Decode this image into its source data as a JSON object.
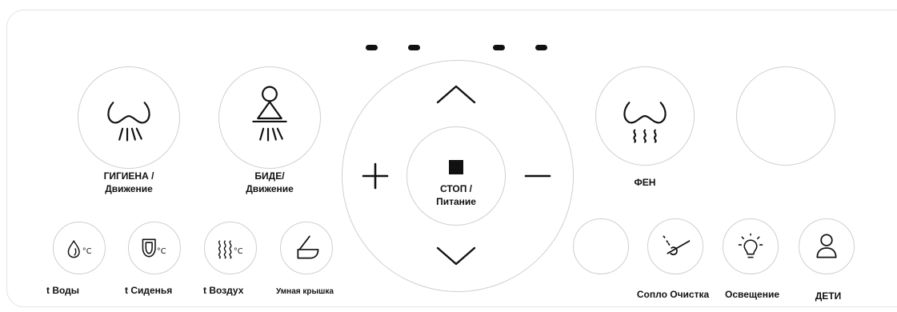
{
  "buttons": {
    "hygiene": {
      "label_line1": "ГИГИЕНА /",
      "label_line2": "Движение",
      "icon": "hygiene-spray-icon"
    },
    "bidet": {
      "label_line1": "БИДЕ/",
      "label_line2": "Движение",
      "icon": "bidet-person-icon"
    },
    "dryer": {
      "label": "ФЕН",
      "icon": "dryer-icon"
    },
    "blank_top": {
      "icon": ""
    },
    "stop": {
      "label_line1": "СТОП /",
      "label_line2": "Питание",
      "icon": "stop-square-icon"
    },
    "up": {
      "icon": "chevron-up-icon"
    },
    "down": {
      "icon": "chevron-down-icon"
    },
    "plus": {
      "icon": "plus-icon"
    },
    "minus": {
      "icon": "minus-icon"
    }
  },
  "bottom_row": [
    {
      "label": "t Воды",
      "icon": "water-drop-temp-icon",
      "unit": "°C"
    },
    {
      "label": "t Сиденья",
      "icon": "seat-temp-icon",
      "unit": "°C"
    },
    {
      "label": "t Воздух",
      "icon": "air-temp-icon",
      "unit": "°C"
    },
    {
      "label": "Умная крышка",
      "icon": "smart-lid-icon"
    },
    {
      "label": "",
      "icon": ""
    },
    {
      "label": "Сопло Очистка",
      "icon": "nozzle-clean-icon"
    },
    {
      "label": "Освещение",
      "icon": "light-bulb-icon"
    },
    {
      "label": "ДЕТИ",
      "icon": "child-person-icon"
    }
  ],
  "indicators": {
    "count": 4,
    "color": "#111111"
  },
  "colors": {
    "border": "#cfcfcf",
    "icon": "#111111",
    "background": "#ffffff"
  }
}
